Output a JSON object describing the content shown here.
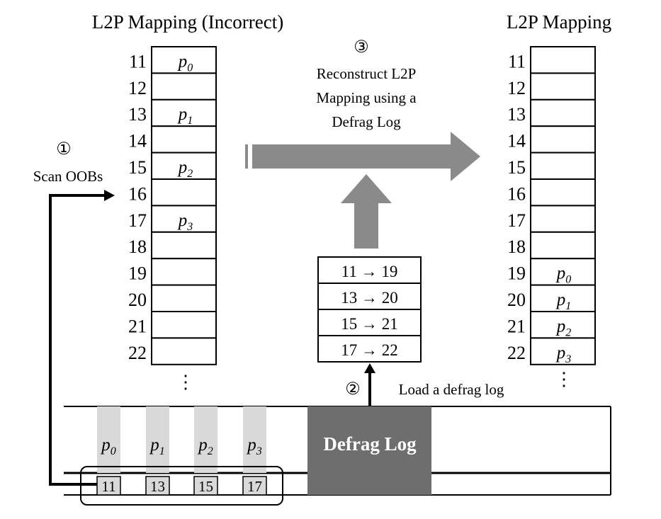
{
  "left_table": {
    "title": "L2P Mapping (Incorrect)",
    "rows": [
      {
        "lpn": "11",
        "base": "p",
        "sub": "0"
      },
      {
        "lpn": "12",
        "base": "",
        "sub": ""
      },
      {
        "lpn": "13",
        "base": "p",
        "sub": "1"
      },
      {
        "lpn": "14",
        "base": "",
        "sub": ""
      },
      {
        "lpn": "15",
        "base": "p",
        "sub": "2"
      },
      {
        "lpn": "16",
        "base": "",
        "sub": ""
      },
      {
        "lpn": "17",
        "base": "p",
        "sub": "3"
      },
      {
        "lpn": "18",
        "base": "",
        "sub": ""
      },
      {
        "lpn": "19",
        "base": "",
        "sub": ""
      },
      {
        "lpn": "20",
        "base": "",
        "sub": ""
      },
      {
        "lpn": "21",
        "base": "",
        "sub": ""
      },
      {
        "lpn": "22",
        "base": "",
        "sub": ""
      }
    ],
    "ellipsis": "⋮"
  },
  "right_table": {
    "title": "L2P Mapping",
    "rows": [
      {
        "lpn": "11",
        "base": "",
        "sub": ""
      },
      {
        "lpn": "12",
        "base": "",
        "sub": ""
      },
      {
        "lpn": "13",
        "base": "",
        "sub": ""
      },
      {
        "lpn": "14",
        "base": "",
        "sub": ""
      },
      {
        "lpn": "15",
        "base": "",
        "sub": ""
      },
      {
        "lpn": "16",
        "base": "",
        "sub": ""
      },
      {
        "lpn": "17",
        "base": "",
        "sub": ""
      },
      {
        "lpn": "18",
        "base": "",
        "sub": ""
      },
      {
        "lpn": "19",
        "base": "p",
        "sub": "0"
      },
      {
        "lpn": "20",
        "base": "p",
        "sub": "1"
      },
      {
        "lpn": "21",
        "base": "p",
        "sub": "2"
      },
      {
        "lpn": "22",
        "base": "p",
        "sub": "3"
      }
    ],
    "ellipsis": "⋮"
  },
  "step1": {
    "marker": "①",
    "label": "Scan OOBs"
  },
  "step2": {
    "marker": "②",
    "label": "Load a defrag log"
  },
  "step3": {
    "marker": "③",
    "lines": [
      "Reconstruct L2P",
      "Mapping using a",
      "Defrag Log"
    ]
  },
  "defrag_log_table": [
    "11 → 19",
    "13 → 20",
    "15 → 21",
    "17 → 22"
  ],
  "flash": {
    "pages": [
      {
        "base": "p",
        "sub": "0",
        "oob": "11"
      },
      {
        "base": "p",
        "sub": "1",
        "oob": "13"
      },
      {
        "base": "p",
        "sub": "2",
        "oob": "15"
      },
      {
        "base": "p",
        "sub": "3",
        "oob": "17"
      }
    ],
    "defrag_block_label": "Defrag Log"
  },
  "colors": {
    "arrow_gray": "#8a8a8a",
    "page_fill": "#d9d9d9",
    "defrag_block_fill": "#6e6e6e",
    "defrag_block_text": "#ffffff"
  }
}
